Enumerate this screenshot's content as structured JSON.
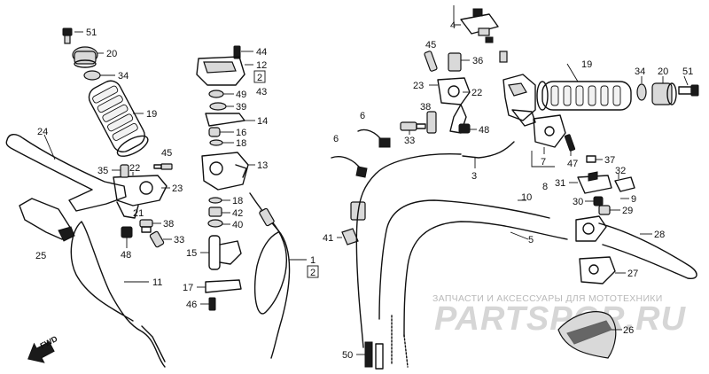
{
  "diagram": {
    "callouts": {
      "c51a": "51",
      "c20a": "20",
      "c34a": "34",
      "c19a": "19",
      "c24": "24",
      "c45a": "45",
      "c35": "35",
      "c22a": "22",
      "c23a": "23",
      "c21": "21",
      "c38a": "38",
      "c33a": "33",
      "c48a": "48",
      "c25": "25",
      "c11": "11",
      "c44": "44",
      "c12": "12",
      "c2a": "2",
      "c43": "43",
      "c49": "49",
      "c39": "39",
      "c14": "14",
      "c16": "16",
      "c18a": "18",
      "c13": "13",
      "c18b": "18",
      "c42": "42",
      "c40": "40",
      "c15": "15",
      "c17": "17",
      "c46": "46",
      "c1": "1",
      "c2b": "2",
      "c4": "4",
      "c45b": "45",
      "c36": "36",
      "c23b": "23",
      "c22b": "22",
      "c38b": "38",
      "c33b": "33",
      "c48b": "48",
      "c6a": "6",
      "c6b": "6",
      "c3": "3",
      "c41": "41",
      "c50": "50",
      "c10": "10",
      "c5": "5",
      "c19b": "19",
      "c34b": "34",
      "c20b": "20",
      "c51b": "51",
      "c7": "7",
      "c47": "47",
      "c37": "37",
      "c31": "31",
      "c32": "32",
      "c8": "8",
      "c9": "9",
      "c30": "30",
      "c29": "29",
      "c28": "28",
      "c27": "27",
      "c26": "26"
    },
    "fwd_label": "FWD"
  },
  "watermark": {
    "subtitle": "ЗАПЧАСТИ И АКСЕССУАРЫ ДЛЯ МОТОТЕХНИКИ",
    "brand": "PARTSPOR.RU"
  }
}
